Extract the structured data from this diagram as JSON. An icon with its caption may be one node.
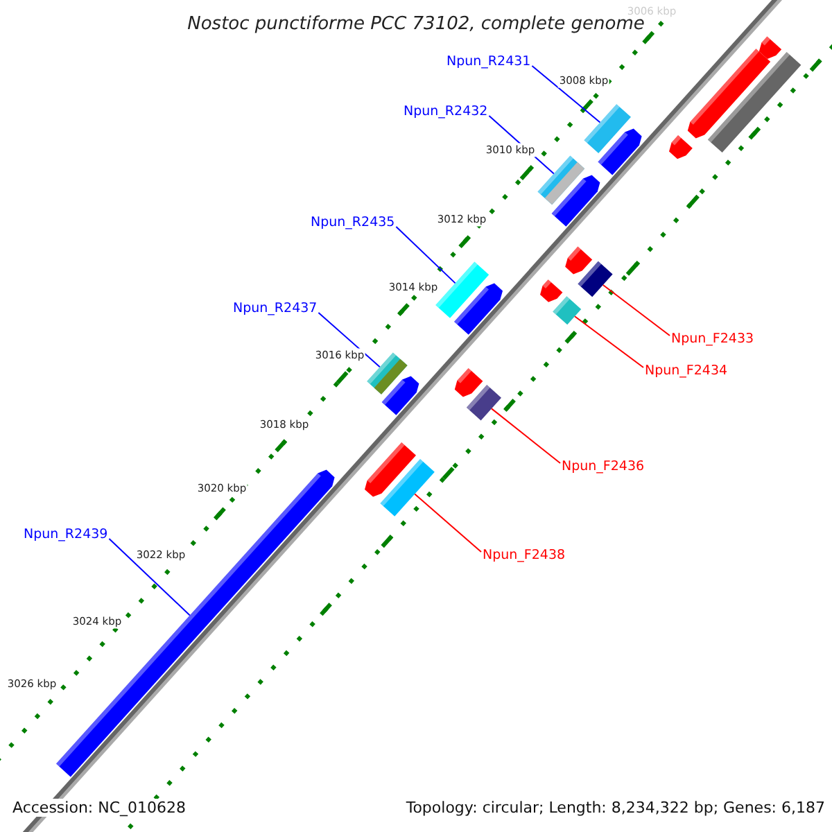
{
  "diagram": {
    "title": "Nostoc punctiforme PCC 73102, complete genome",
    "nodes": [
      {
        "text": [
          "Npun_R2431"
        ]
      },
      {
        "text": [],
        "shape": "bar"
      },
      {
        "text": [
          "Npun_R2432"
        ]
      },
      {
        "text": [],
        "shape": "bar"
      },
      {
        "text": [
          "Npun_R2435"
        ]
      },
      {
        "text": [],
        "shape": "bar"
      },
      {
        "text": [
          "Npun_F2433"
        ]
      },
      {
        "text": [],
        "shape": "bar"
      },
      {
        "text": [
          "Npun_F2434"
        ]
      },
      {
        "text": [],
        "shape": "bar"
      },
      {
        "text": [
          "Npun_R2437"
        ]
      },
      {
        "text": [],
        "shape": "bar"
      },
      {
        "text": [
          "Npun_F2436"
        ]
      },
      {
        "text": [],
        "shape": "bar"
      },
      {
        "text": [
          "Npun_F2438"
        ]
      },
      {
        "text": [],
        "shape": "bar"
      },
      {
        "text": [
          "Npun_R2439"
        ]
      },
      {
        "text": [],
        "shape": "bar"
      }
    ],
    "edges": [
      {
        "from": 0,
        "to": 1,
        "arrow": "none"
      },
      {
        "from": 2,
        "to": 3,
        "arrow": "none"
      },
      {
        "from": 4,
        "to": 5,
        "arrow": "none"
      },
      {
        "from": 6,
        "to": 7,
        "arrow": "none",
        "color": "#ff0000"
      },
      {
        "from": 8,
        "to": 9,
        "arrow": "none",
        "color": "#ff0000"
      },
      {
        "from": 10,
        "to": 11,
        "arrow": "none"
      },
      {
        "from": 12,
        "to": 13,
        "arrow": "none",
        "color": "#ff0000"
      },
      {
        "from": 14,
        "to": 15,
        "arrow": "none",
        "color": "#ff0000"
      },
      {
        "from": 16,
        "to": 17,
        "arrow": "none"
      }
    ],
    "labels": [
      "3006 kbp",
      "3008 kbp",
      "3010 kbp",
      "3012 kbp",
      "3014 kbp",
      "3016 kbp",
      "3018 kbp",
      "3020 kbp",
      "3022 kbp",
      "3024 kbp",
      "3026 kbp",
      "Accession: NC_010628",
      "Topology: circular; Length: 8,234,322 bp; Genes: 6,187"
    ]
  }
}
